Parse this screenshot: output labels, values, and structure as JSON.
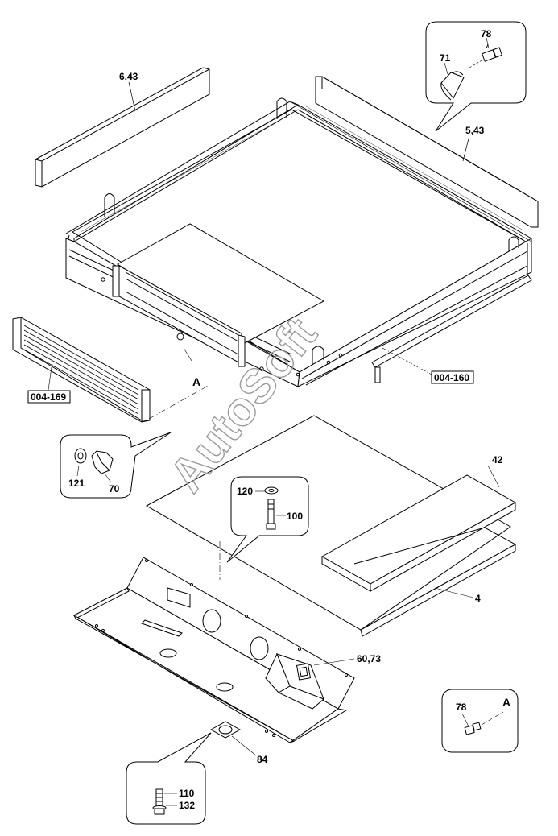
{
  "diagram": {
    "labels": {
      "part_6_43": "6,43",
      "part_5_43": "5,43",
      "part_78_top": "78",
      "part_71": "71",
      "ref_004_169": "004-169",
      "ref_004_160": "004-160",
      "view_a_main": "A",
      "part_121": "121",
      "part_70": "70",
      "part_120": "120",
      "part_100": "100",
      "part_42": "42",
      "part_4": "4",
      "part_60_73": "60,73",
      "part_84": "84",
      "part_110": "110",
      "part_132": "132",
      "part_78_detail": "78",
      "view_a_detail": "A"
    },
    "watermark": "AutoSoft"
  }
}
